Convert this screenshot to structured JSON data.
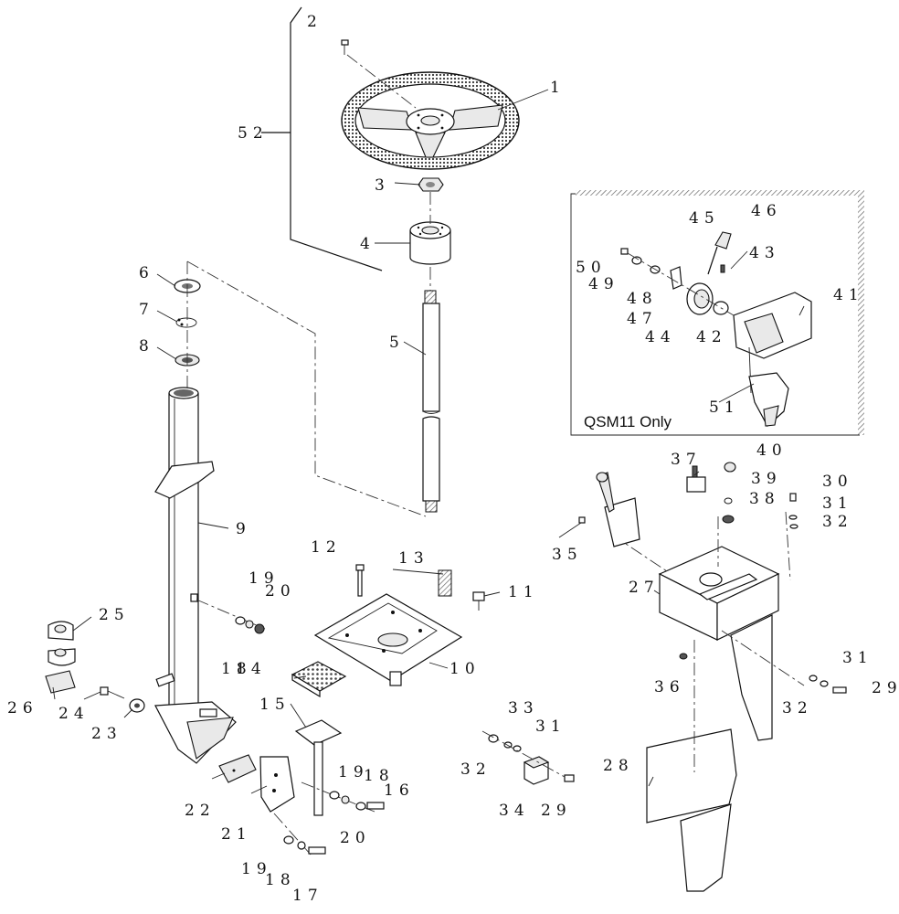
{
  "inset_note": "QSM11 Only",
  "callouts": {
    "c1": "1",
    "c2": "2",
    "c3": "3",
    "c4": "4",
    "c5": "5",
    "c6": "6",
    "c7": "7",
    "c8": "8",
    "c9": "9",
    "c10": "10",
    "c11": "11",
    "c12": "12",
    "c13": "13",
    "c14": "14",
    "c15": "15",
    "c16": "16",
    "c17": "17",
    "c18a": "18",
    "c18b": "18",
    "c18c": "18",
    "c19a": "19",
    "c19b": "19",
    "c19c": "19",
    "c20a": "20",
    "c20b": "20",
    "c21": "21",
    "c22": "22",
    "c23": "23",
    "c24": "24",
    "c25": "25",
    "c26": "26",
    "c27": "27",
    "c28": "28",
    "c29a": "29",
    "c29b": "29",
    "c30": "30",
    "c31a": "31",
    "c31b": "31",
    "c31c": "31",
    "c32a": "32",
    "c32b": "32",
    "c32c": "32",
    "c33": "33",
    "c34": "34",
    "c35": "35",
    "c36": "36",
    "c37": "37",
    "c38": "38",
    "c39": "39",
    "c40": "40",
    "c41": "41",
    "c42": "42",
    "c43": "43",
    "c44": "44",
    "c45": "45",
    "c46": "46",
    "c47": "47",
    "c48": "48",
    "c49": "49",
    "c50": "50",
    "c51": "51",
    "c52": "52"
  }
}
